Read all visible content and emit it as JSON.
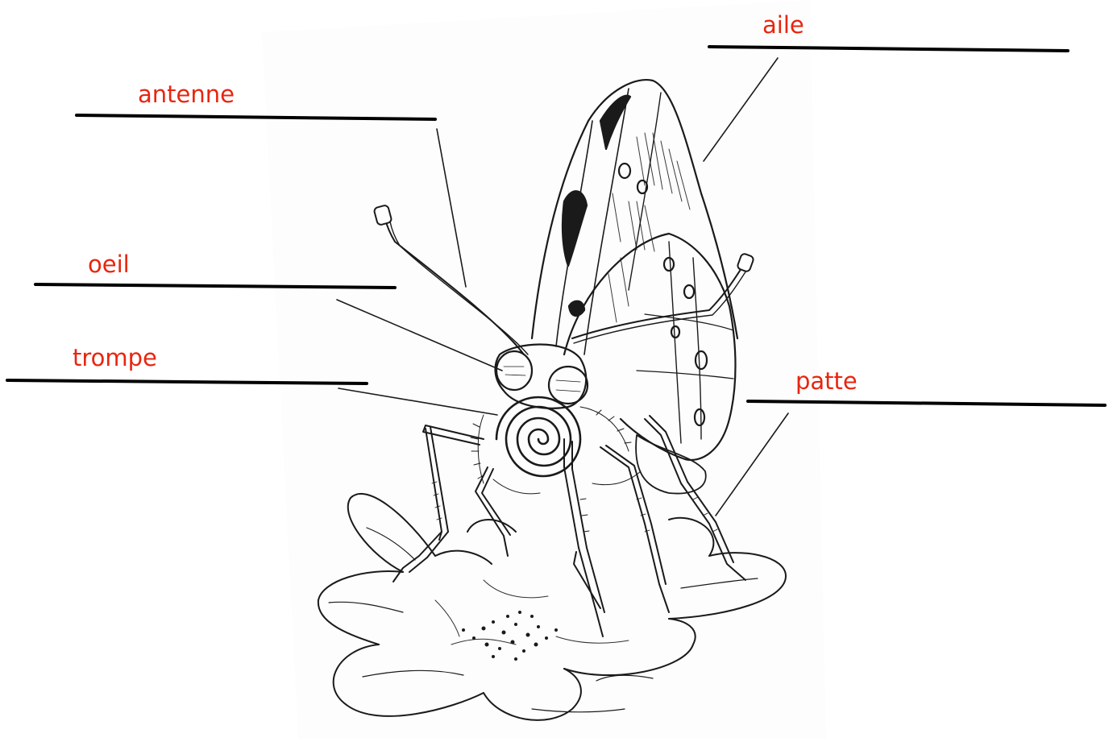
{
  "labels": {
    "aile": "aile",
    "antenne": "antenne",
    "oeil": "oeil",
    "trompe": "trompe",
    "patte": "patte"
  },
  "colors": {
    "label_text": "#e8250f",
    "answer_line": "#000000",
    "drawing_ink": "#1a1a1a",
    "paper": "#ffffff"
  },
  "icons": {
    "illustration": "butterfly-on-flower-drawing"
  }
}
